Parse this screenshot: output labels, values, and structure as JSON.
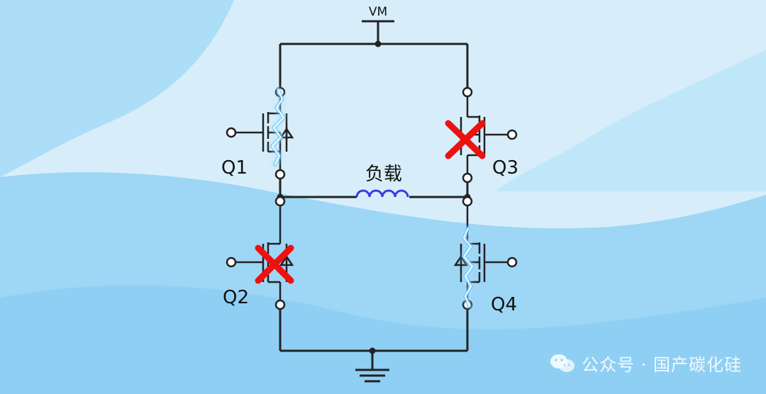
{
  "labels": {
    "supply": "VM",
    "load": "负载",
    "q1": "Q1",
    "q2": "Q2",
    "q3": "Q3",
    "q4": "Q4"
  },
  "watermark": {
    "text": "公众号 · 国产碳化硅"
  },
  "icons": {
    "off_marker": "red-x-icon",
    "conduction": "lightning-glow-icon",
    "watermark_logo": "wechat-logo-icon"
  },
  "colors": {
    "wire": "#222222",
    "load_coil": "#3a3adf",
    "off_marker": "#ee1111",
    "glow": "#3fb8ff",
    "bg_light": "#d6eefa",
    "bg_dark": "#8fcdf3"
  },
  "state": {
    "Q1": "on",
    "Q2": "off",
    "Q3": "off",
    "Q4": "on"
  }
}
